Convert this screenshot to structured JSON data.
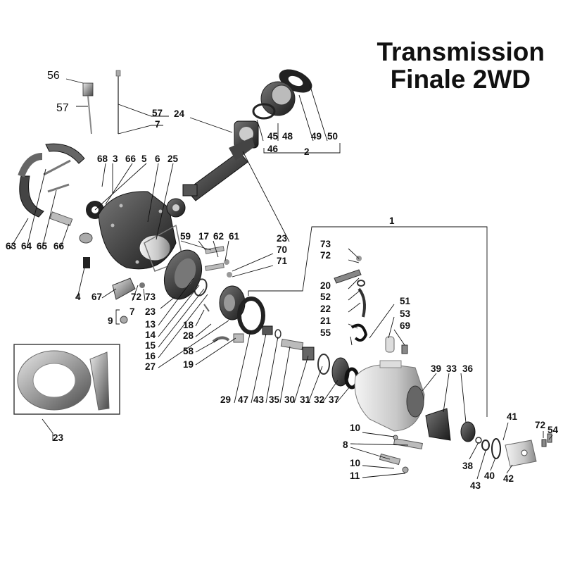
{
  "title": {
    "line1": "Transmission",
    "line2": "Finale 2WD"
  },
  "callouts": [
    "56",
    "57",
    "57",
    "7",
    "24",
    "45",
    "48",
    "49",
    "50",
    "46",
    "2",
    "68",
    "3",
    "66",
    "5",
    "6",
    "25",
    "63",
    "64",
    "65",
    "66",
    "4",
    "67",
    "72",
    "73",
    "9",
    "7",
    "59",
    "17",
    "62",
    "61",
    "23",
    "70",
    "71",
    "23",
    "13",
    "14",
    "15",
    "16",
    "27",
    "18",
    "28",
    "58",
    "19",
    "1",
    "73",
    "72",
    "20",
    "52",
    "22",
    "21",
    "55",
    "51",
    "53",
    "69",
    "29",
    "47",
    "43",
    "35",
    "30",
    "31",
    "32",
    "37",
    "39",
    "33",
    "36",
    "10",
    "8",
    "10",
    "11",
    "41",
    "72",
    "54",
    "38",
    "43",
    "40",
    "42",
    "23"
  ]
}
